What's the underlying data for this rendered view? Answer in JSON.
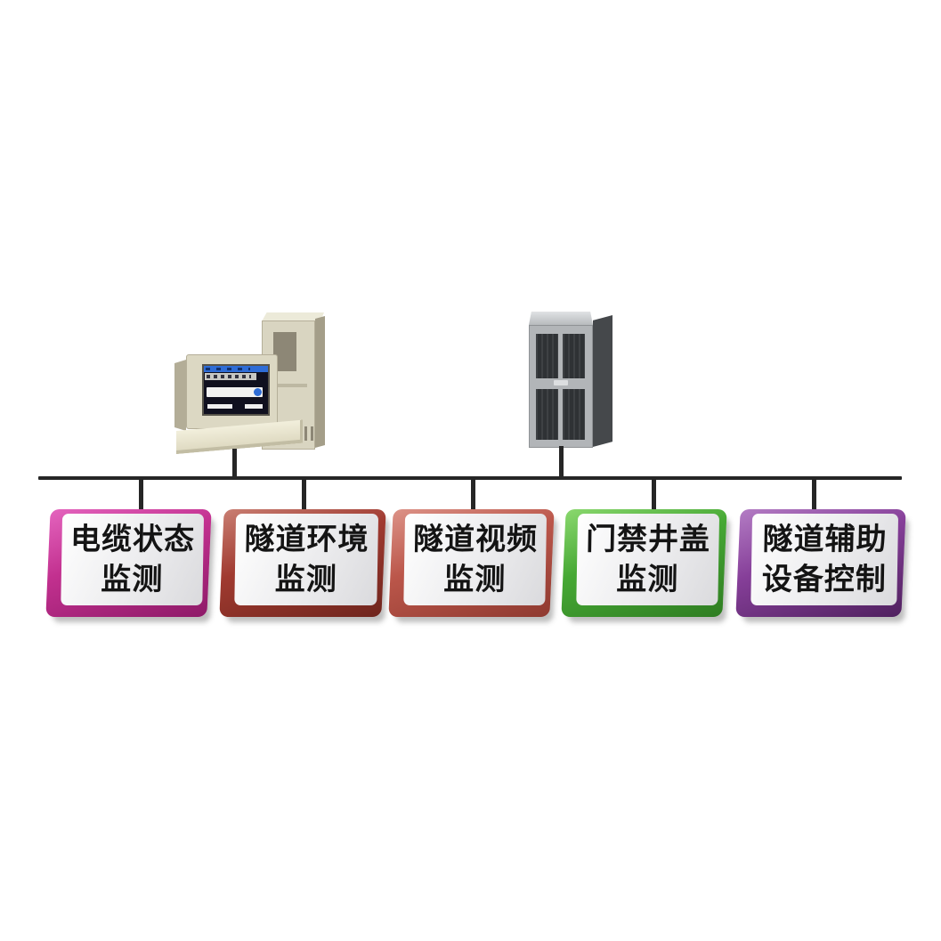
{
  "diagram": {
    "text_color": "#141414",
    "bus": {
      "color": "#262626"
    },
    "devices": {
      "workstation": {
        "name": "monitoring-workstation",
        "body_color": "#d9d5c1",
        "screen_color": "#10101f",
        "titlebar_color": "#2e6cd6"
      },
      "server": {
        "name": "server-cabinet",
        "body_color": "#b2b5b8",
        "panel_color": "#34373a",
        "side_color": "#45484b"
      }
    },
    "boxes": [
      {
        "line1": "电缆状态",
        "line2": "监测",
        "frame_light": "#e464be",
        "frame_mid": "#c2308f",
        "frame_dark": "#8e1a68"
      },
      {
        "line1": "隧道环境",
        "line2": "监测",
        "frame_light": "#c97e72",
        "frame_mid": "#a03a30",
        "frame_dark": "#6f251d"
      },
      {
        "line1": "隧道视频",
        "line2": "监测",
        "frame_light": "#dc9287",
        "frame_mid": "#bb564a",
        "frame_dark": "#8f3a30"
      },
      {
        "line1": "门禁井盖",
        "line2": "监测",
        "frame_light": "#8ad86e",
        "frame_mid": "#46a834",
        "frame_dark": "#2f7d22"
      },
      {
        "line1": "隧道辅助",
        "line2": "设备控制",
        "frame_light": "#b37cc4",
        "frame_mid": "#863f99",
        "frame_dark": "#50215f"
      }
    ]
  }
}
